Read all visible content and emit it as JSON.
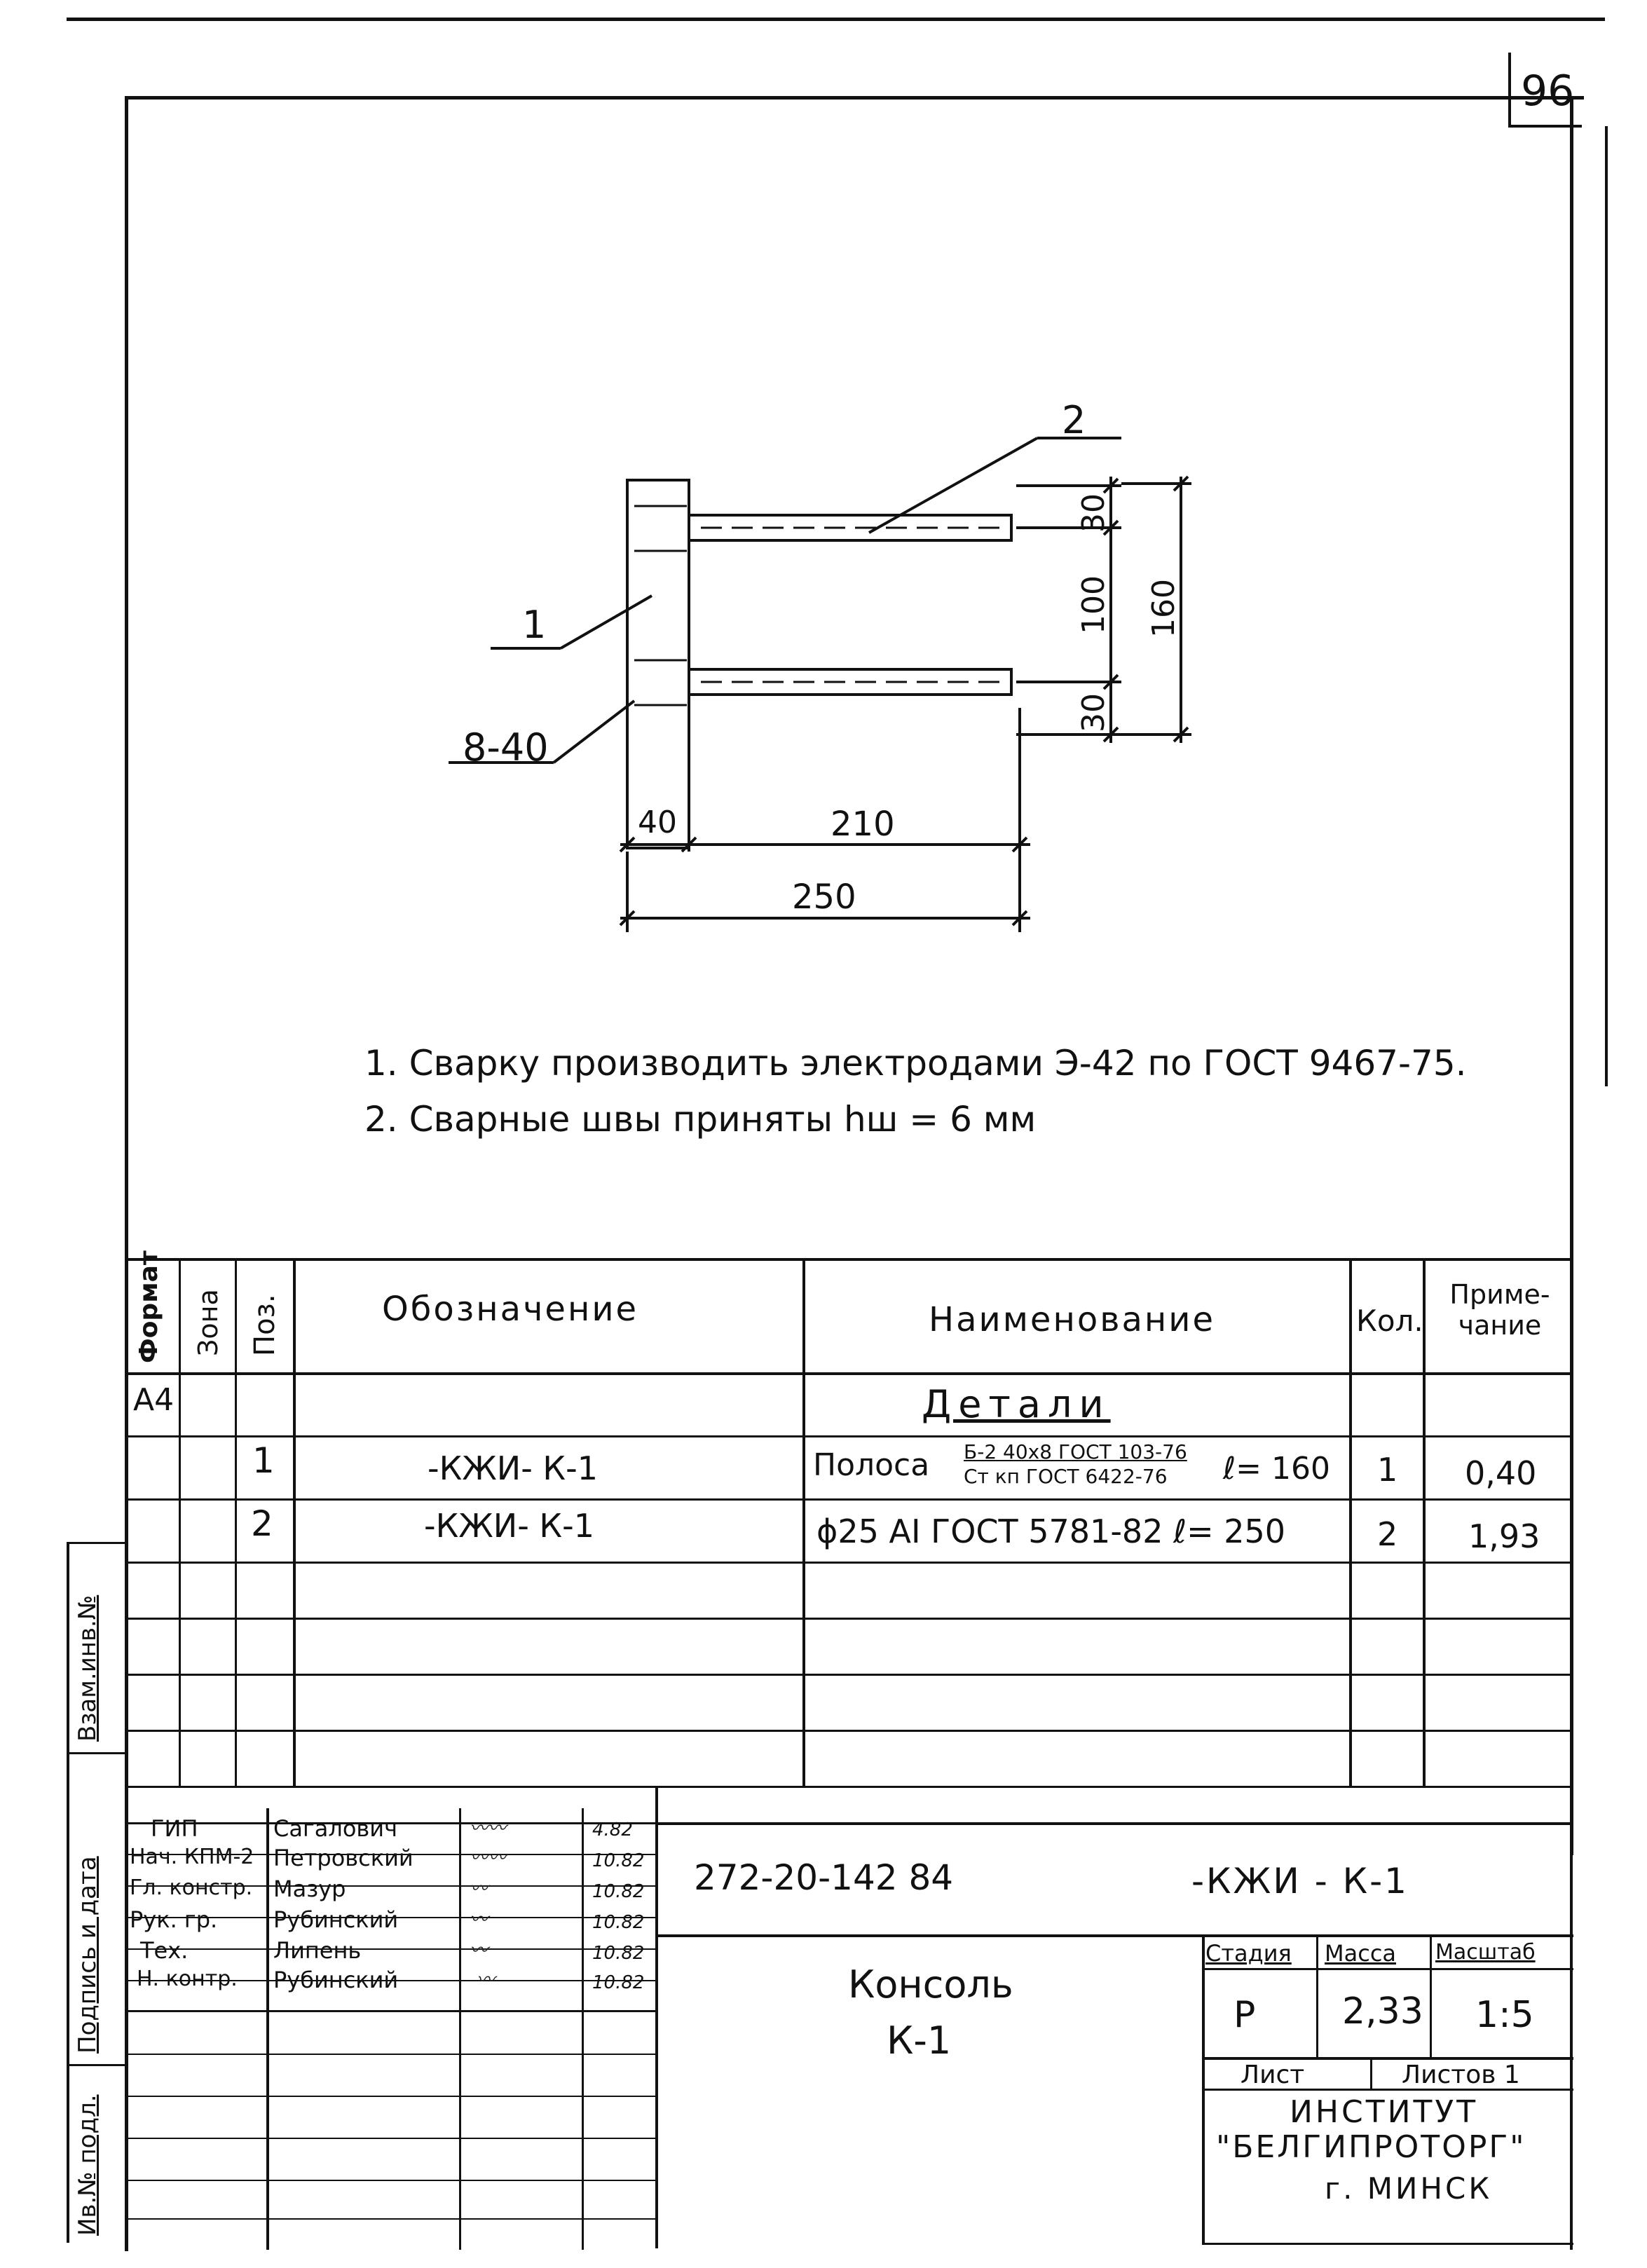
{
  "sheet_number": "96",
  "drawing": {
    "leaders": {
      "part1": "1",
      "part2": "2",
      "weld": "8-40"
    },
    "dims": {
      "d30_top": "30",
      "d100": "100",
      "d30_bot": "30",
      "d160": "160",
      "d40": "40",
      "d210": "210",
      "d250": "250"
    }
  },
  "notes": [
    "1. Сварку производить электродами Э-42 по ГОСТ 9467-75.",
    "2. Сварные швы приняты hш = 6 мм"
  ],
  "spec": {
    "headers": {
      "format": "Формат",
      "zone": "Зона",
      "pos": "Поз.",
      "designation": "Обозначение",
      "name": "Наименование",
      "qty": "Кол.",
      "note": "Приме-чание"
    },
    "format_value": "А4",
    "section_title": "Детали",
    "rows": [
      {
        "pos": "1",
        "designation": "-КЖИ- К-1",
        "name_prefix": "Полоса",
        "frac_top": "Б-2 40х8 ГОСТ 103-76",
        "frac_bottom": "Ст кп ГОСТ 6422-76",
        "name_suffix": "ℓ= 160",
        "qty": "1",
        "note": "0,40"
      },
      {
        "pos": "2",
        "designation": "-КЖИ- К-1",
        "name": "ϕ25 АI ГОСТ 5781-82 ℓ= 250",
        "qty": "2",
        "note": "1,93"
      }
    ]
  },
  "side_labels": {
    "vzam": "Взам.инв.№",
    "podpis": "Подпись и дата",
    "inv": "Ив.№ подл."
  },
  "title_block": {
    "signatures": [
      {
        "role": "ГИП",
        "name": "Сагалович",
        "date": "4.82"
      },
      {
        "role": "Нач. КПМ-2",
        "name": "Петровский",
        "date": "10.82"
      },
      {
        "role": "Гл. констр.",
        "name": "Мазур",
        "date": "10.82"
      },
      {
        "role": "Рук. гр.",
        "name": "Рубинский",
        "date": "10.82"
      },
      {
        "role": "Тех.",
        "name": "Липень",
        "date": "10.82"
      },
      {
        "role": "Н. контр.",
        "name": "Рубинский",
        "date": "10.82"
      }
    ],
    "doc_number": "272-20-142 84",
    "doc_code": "-КЖИ - К-1",
    "title_line1": "Консоль",
    "title_line2": "К-1",
    "stage_label": "Стадия",
    "mass_label": "Масса",
    "scale_label": "Масштаб",
    "stage": "Р",
    "mass": "2,33",
    "scale": "1:5",
    "sheet_label": "Лист",
    "sheets_label": "Листов 1",
    "org_line1": "ИНСТИТУТ",
    "org_line2": "\"БЕЛГИПРОТОРГ\"",
    "org_line3": "г. МИНСК"
  }
}
